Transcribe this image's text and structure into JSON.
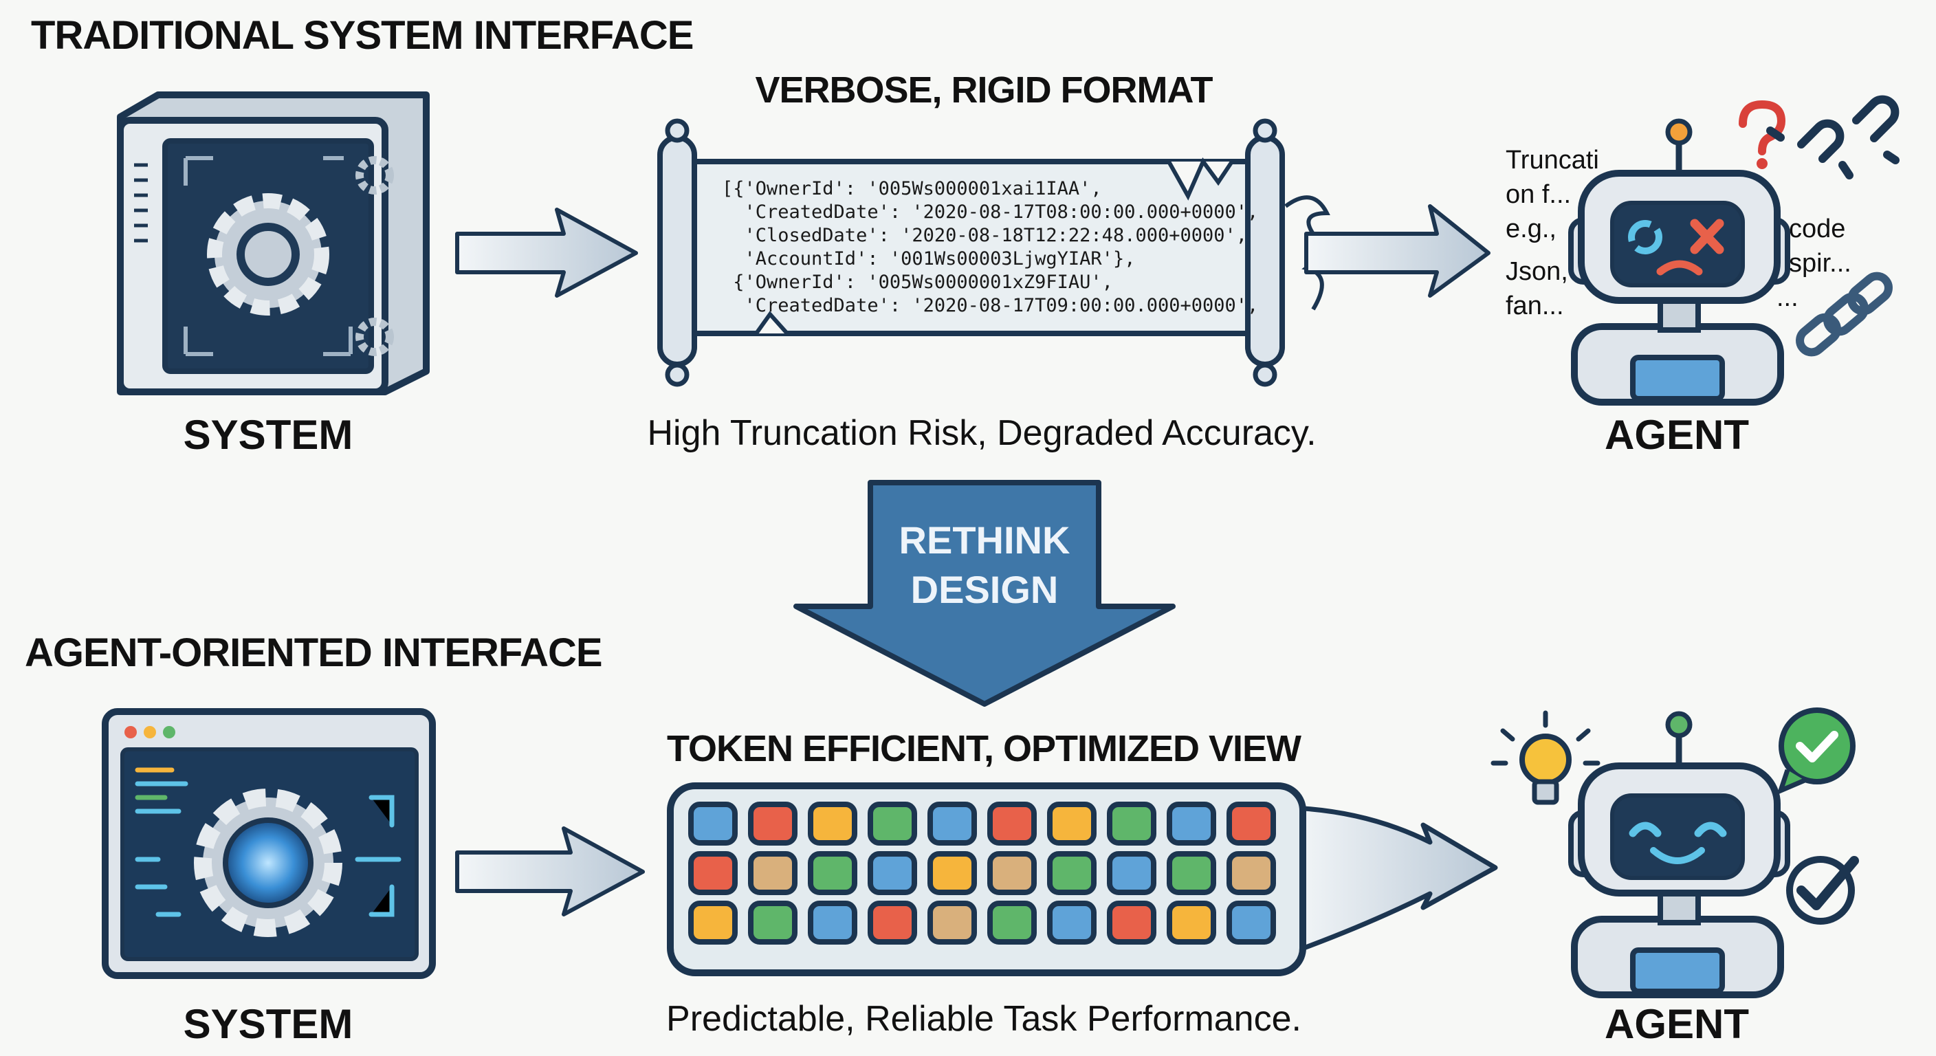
{
  "top": {
    "section_title": "TRADITIONAL SYSTEM INTERFACE",
    "format_title": "VERBOSE, RIGID FORMAT",
    "code_lines": [
      "[{'OwnerId': '005Ws000001xai1IAA',",
      "  'CreatedDate': '2020-08-17T08:00:00.000+0000',",
      "  'ClosedDate': '2020-08-18T12:22:48.000+0000',",
      "  'AccountId': '001Ws00003LjwgYIAR'},",
      " {'OwnerId': '005Ws0000001xZ9FIAU',",
      "  'CreatedDate': '2020-08-17T09:00:00.000+0000',"
    ],
    "caption": "High Truncation Risk, Degraded Accuracy.",
    "system_label": "SYSTEM",
    "agent_label": "AGENT",
    "agent_notes_left": [
      "Truncati",
      "on f...",
      "e.g.,",
      "",
      "Json,",
      "fan..."
    ],
    "agent_notes_right": [
      "code",
      "spir...",
      "..."
    ]
  },
  "transition": {
    "line1": "RETHINK",
    "line2": "DESIGN"
  },
  "bottom": {
    "section_title": "AGENT-ORIENTED INTERFACE",
    "format_title": "TOKEN EFFICIENT, OPTIMIZED VIEW",
    "caption": "Predictable, Reliable Task Performance.",
    "system_label": "SYSTEM",
    "agent_label": "AGENT",
    "token_grid": [
      [
        "blue",
        "red",
        "yellow",
        "green",
        "blue",
        "red",
        "yellow",
        "green",
        "blue",
        "red"
      ],
      [
        "red",
        "tan",
        "green",
        "blue",
        "yellow",
        "tan",
        "green",
        "blue",
        "green",
        "tan"
      ],
      [
        "yellow",
        "green",
        "blue",
        "red",
        "tan",
        "green",
        "blue",
        "red",
        "yellow",
        "blue"
      ]
    ]
  },
  "colors": {
    "navy": "#1c3550",
    "blue": "#5fa3d8",
    "red": "#e8614a",
    "yellow": "#f6b53c",
    "green": "#5fb66a",
    "tan": "#d9b07c",
    "arrow_fill": "#dfe7ee",
    "rethink_fill": "#3f77a8"
  }
}
